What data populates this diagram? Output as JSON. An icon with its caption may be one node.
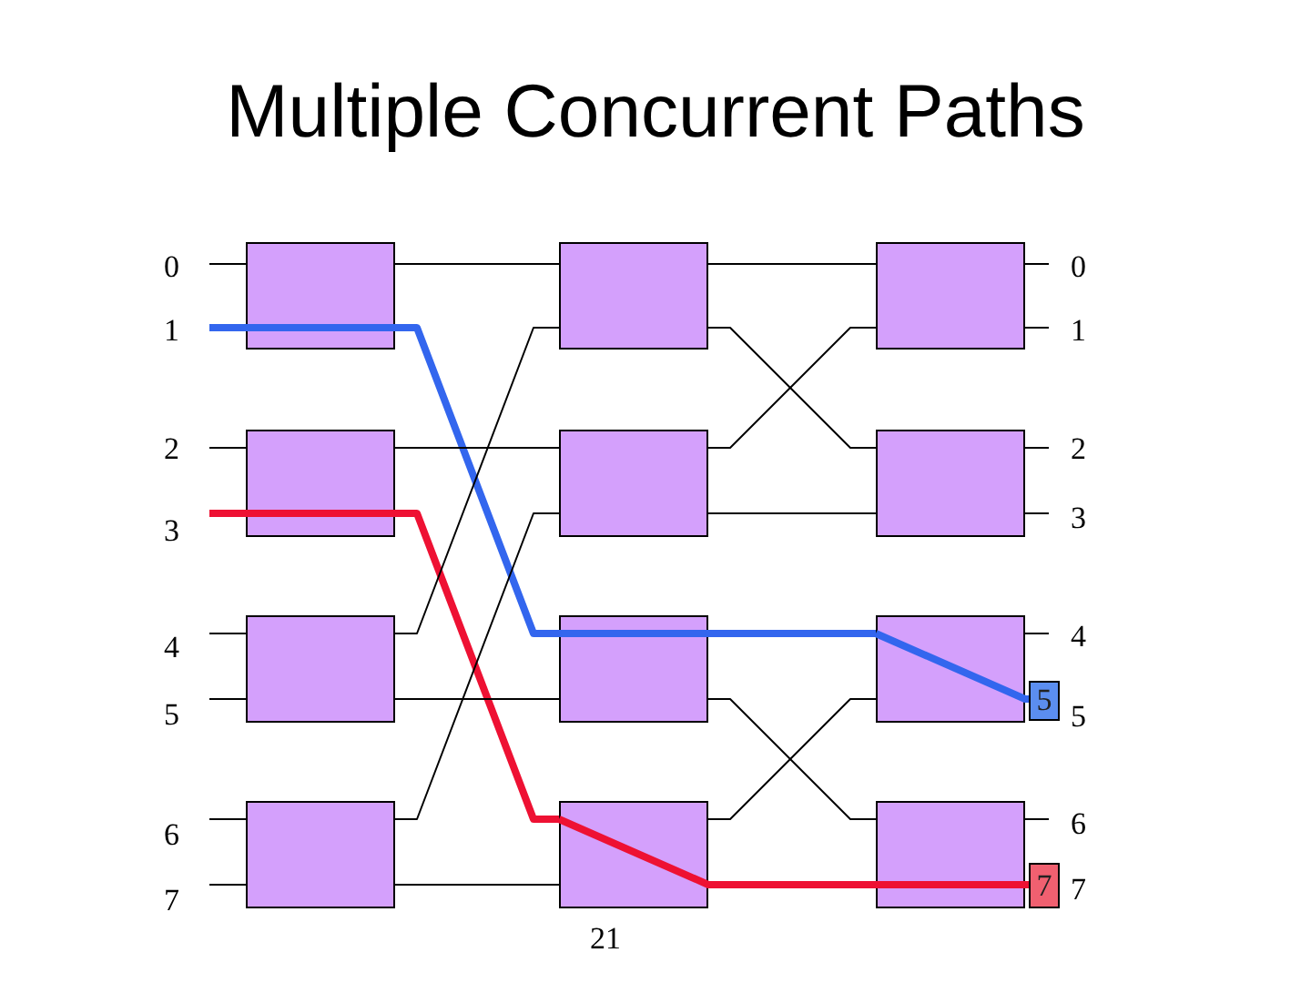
{
  "diagram": {
    "title": "Multiple Concurrent Paths",
    "nodes": [
      {
        "text": [],
        "shape": "box"
      },
      {
        "text": [],
        "shape": "box"
      },
      {
        "text": [],
        "shape": "box"
      },
      {
        "text": [],
        "shape": "box"
      },
      {
        "text": [],
        "shape": "box"
      },
      {
        "text": [],
        "shape": "box"
      },
      {
        "text": [],
        "shape": "box"
      },
      {
        "text": [],
        "shape": "box"
      },
      {
        "text": [],
        "shape": "box"
      },
      {
        "text": [],
        "shape": "box"
      },
      {
        "text": [],
        "shape": "box"
      },
      {
        "text": [],
        "shape": "box"
      },
      {
        "text": [
          "5"
        ]
      },
      {
        "text": [
          "7"
        ]
      }
    ],
    "edges": [
      {
        "from": null,
        "to": 0,
        "arrow": "none"
      },
      {
        "from": null,
        "to": 0,
        "arrow": "none",
        "style": "thick",
        "color": "#3366ee"
      },
      {
        "from": null,
        "to": 1,
        "arrow": "none"
      },
      {
        "from": null,
        "to": 1,
        "arrow": "none",
        "style": "thick",
        "color": "#ee1133"
      },
      {
        "from": null,
        "to": 2,
        "arrow": "none"
      },
      {
        "from": null,
        "to": 2,
        "arrow": "none"
      },
      {
        "from": null,
        "to": 3,
        "arrow": "none"
      },
      {
        "from": null,
        "to": 3,
        "arrow": "none"
      },
      {
        "from": 0,
        "to": 4,
        "arrow": "none"
      },
      {
        "from": 0,
        "to": 6,
        "arrow": "none",
        "style": "thick",
        "color": "#3366ee"
      },
      {
        "from": 1,
        "to": 5,
        "arrow": "none"
      },
      {
        "from": 1,
        "to": 7,
        "arrow": "none",
        "style": "thick",
        "color": "#ee1133"
      },
      {
        "from": 2,
        "to": 4,
        "arrow": "none"
      },
      {
        "from": 2,
        "to": 6,
        "arrow": "none"
      },
      {
        "from": 3,
        "to": 5,
        "arrow": "none"
      },
      {
        "from": 3,
        "to": 7,
        "arrow": "none"
      },
      {
        "from": 4,
        "to": 8,
        "arrow": "none"
      },
      {
        "from": 4,
        "to": 9,
        "arrow": "none"
      },
      {
        "from": 5,
        "to": 8,
        "arrow": "none"
      },
      {
        "from": 5,
        "to": 9,
        "arrow": "none"
      },
      {
        "from": 6,
        "to": 10,
        "arrow": "none",
        "style": "thick",
        "color": "#3366ee"
      },
      {
        "from": 6,
        "to": 11,
        "arrow": "none"
      },
      {
        "from": 7,
        "to": 10,
        "arrow": "none"
      },
      {
        "from": 7,
        "to": 11,
        "arrow": "none",
        "style": "thick",
        "color": "#ee1133"
      },
      {
        "from": 8,
        "to": null,
        "arrow": "none"
      },
      {
        "from": 8,
        "to": null,
        "arrow": "none"
      },
      {
        "from": 9,
        "to": null,
        "arrow": "none"
      },
      {
        "from": 9,
        "to": null,
        "arrow": "none"
      },
      {
        "from": 10,
        "to": null,
        "arrow": "none"
      },
      {
        "from": 10,
        "to": 12,
        "arrow": "none",
        "style": "thick",
        "color": "#3366ee"
      },
      {
        "from": 11,
        "to": null,
        "arrow": "none"
      },
      {
        "from": 11,
        "to": 13,
        "arrow": "none",
        "style": "thick",
        "color": "#ee1133"
      }
    ],
    "labels": [
      "0",
      "1",
      "2",
      "3",
      "4",
      "5",
      "6",
      "7",
      "0",
      "1",
      "2",
      "3",
      "4",
      "5",
      "6",
      "7",
      "21"
    ]
  }
}
